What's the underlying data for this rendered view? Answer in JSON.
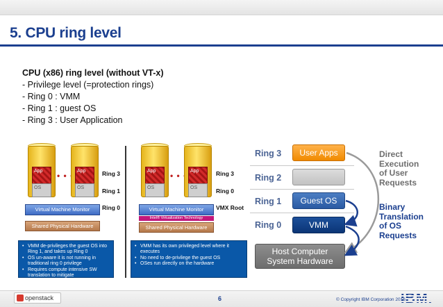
{
  "slide": {
    "title": "5. CPU ring level",
    "heading": "CPU (x86) ring level (without VT-x)",
    "bullets": [
      "-  Privilege level (=protection rings)",
      "-  Ring 0 : VMM",
      "-  Ring 1 : guest OS",
      "-  Ring 3 : User Application"
    ]
  },
  "left_diagram": {
    "app_label": "App",
    "os_label": "OS",
    "dots": "• • •",
    "ring3": "Ring 3",
    "ring1": "Ring 1",
    "ring0": "Ring 0",
    "vmm": "Virtual Machine Monitor",
    "hardware": "Shared Physical Hardware",
    "notes": [
      "VMM de-privileges the guest OS into Ring 1, and takes up Ring 0",
      "OS un-aware it is not running in traditional ring 0 privilege",
      "Requires compute intensive SW translation to mitigate"
    ]
  },
  "middle_diagram": {
    "app_label": "App",
    "os_label": "OS",
    "dots": "• • •",
    "ring3": "Ring 3",
    "ring0": "Ring 0",
    "vmx_root": "VMX Root",
    "vmm": "Virtual Machine Monitor",
    "intel": "Intel® Virtualization Technology",
    "hardware": "Shared Physical Hardware",
    "notes": [
      "VMM has its own privileged level where it executes",
      "No need to de-privilege the guest OS",
      "OSes run directly on the hardware"
    ]
  },
  "right_diagram": {
    "ring3": "Ring 3",
    "ring2": "Ring 2",
    "ring1": "Ring 1",
    "ring0": "Ring 0",
    "user_apps": "User Apps",
    "guest_os": "Guest OS",
    "vmm": "VMM",
    "host_line1": "Host Computer",
    "host_line2": "System Hardware",
    "direct": [
      "Direct",
      "Execution",
      "of User",
      "Requests"
    ],
    "binary": [
      "Binary",
      "Translation",
      "of OS",
      "Requests"
    ]
  },
  "footer": {
    "openstack": "openstack",
    "page_number": "6",
    "copyright": "© Copyright IBM Corporation 2016",
    "ibm": "IBM."
  },
  "colors": {
    "title_blue": "#1b3f8f",
    "orange": "#f08a00",
    "vmm_blue": "#0b3576",
    "note_blue": "#0a58a8"
  }
}
